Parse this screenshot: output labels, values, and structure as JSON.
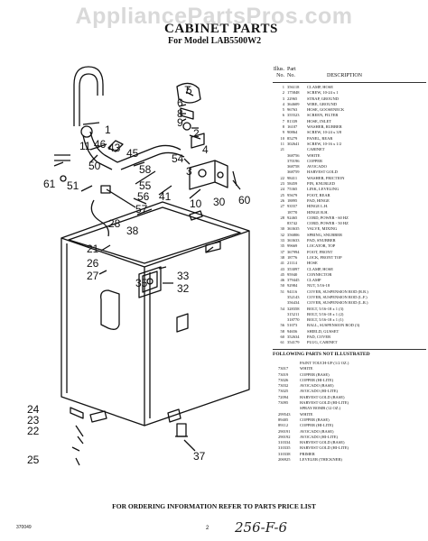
{
  "watermark": "AppliancePartsPros.com",
  "title": "CABINET PARTS",
  "subtitle": "For Model LAB5500W2",
  "table_header": {
    "illus": "Illus.",
    "part": "Part",
    "no": "No.",
    "part_no": "No.",
    "description": "DESCRIPTION"
  },
  "parts": [
    {
      "no": "1",
      "part": "356118",
      "desc": "CLAMP, HOSE"
    },
    {
      "no": "2",
      "part": "175848",
      "desc": "SCREW, 10-24 x 1"
    },
    {
      "no": "3",
      "part": "22965",
      "desc": "STRAP, GROUND"
    },
    {
      "no": "4",
      "part": "364609",
      "desc": "WIRE, GROUND"
    },
    {
      "no": "5",
      "part": "96763",
      "desc": "HOSE, GOOSENECK"
    },
    {
      "no": "6",
      "part": "355523",
      "desc": "SCREEN, FILTER"
    },
    {
      "no": "7",
      "part": "81339",
      "desc": "HOSE, INLET"
    },
    {
      "no": "8",
      "part": "16107",
      "desc": "WASHER, RUBBER"
    },
    {
      "no": "9",
      "part": "90864",
      "desc": "SCREW, 10-24 x 3/8"
    },
    {
      "no": "10",
      "part": "85279",
      "desc": "PANEL, REAR"
    },
    {
      "no": "11",
      "part": "302641",
      "desc": "SCREW, 10-16 x 1/2"
    },
    {
      "no": "21",
      "part": "",
      "desc": "CABINET"
    },
    {
      "no": "",
      "part": "368756",
      "desc": "WHITE"
    },
    {
      "no": "",
      "part": "370196",
      "desc": "COPPER"
    },
    {
      "no": "",
      "part": "368758",
      "desc": "AVOCADO"
    },
    {
      "no": "",
      "part": "368759",
      "desc": "HARVEST GOLD"
    },
    {
      "no": "22",
      "part": "98411",
      "desc": "WASHER, FRICTION"
    },
    {
      "no": "23",
      "part": "58459",
      "desc": "PIN, KNURLED"
    },
    {
      "no": "24",
      "part": "75365",
      "desc": "LINK, LEVELING"
    },
    {
      "no": "25",
      "part": "95679",
      "desc": "FOOT, REAR"
    },
    {
      "no": "26",
      "part": "18895",
      "desc": "PAD, HINGE"
    },
    {
      "no": "27",
      "part": "93557",
      "desc": "HINGE L.H."
    },
    {
      "no": "",
      "part": "18770",
      "desc": "HINGE R.H."
    },
    {
      "no": "28",
      "part": "92465",
      "desc": "CORD, POWER - 60 HZ"
    },
    {
      "no": "",
      "part": "83742",
      "desc": "CORD, POWER - 50 HZ"
    },
    {
      "no": "30",
      "part": "363635",
      "desc": "VALVE, MIXING"
    },
    {
      "no": "32",
      "part": "356806",
      "desc": "SPRING, SNUBBER"
    },
    {
      "no": "33",
      "part": "363633",
      "desc": "PAD, SNUBBER"
    },
    {
      "no": "35",
      "part": "99669",
      "desc": "LOCATOR, TOP"
    },
    {
      "no": "37",
      "part": "367994",
      "desc": "FOOT, FRONT"
    },
    {
      "no": "38",
      "part": "18776",
      "desc": "LOCK, FRONT TOP"
    },
    {
      "no": "41",
      "part": "21114",
      "desc": "HOSE"
    },
    {
      "no": "43",
      "part": "353097",
      "desc": "CLAMP, HOSE"
    },
    {
      "no": "45",
      "part": "95940",
      "desc": "CONNECTOR"
    },
    {
      "no": "46",
      "part": "379445",
      "desc": "CLAMP"
    },
    {
      "no": "50",
      "part": "92984",
      "desc": "NUT, 5/16-18"
    },
    {
      "no": "51",
      "part": "94116",
      "desc": "COVER, SUSPENSION ROD (R.R.)"
    },
    {
      "no": "",
      "part": "352143",
      "desc": "COVER, SUSPENSION ROD (L.F.)"
    },
    {
      "no": "",
      "part": "356434",
      "desc": "COVER, SUSPENSION ROD (L.R.)"
    },
    {
      "no": "54",
      "part": "328358",
      "desc": "BOLT, 5/16-18 x 1 (3)"
    },
    {
      "no": "",
      "part": "315211",
      "desc": "BOLT, 5/16-18 x 1 (2)"
    },
    {
      "no": "",
      "part": "318770",
      "desc": "BOLT, 5/16-18 x 1 (1)"
    },
    {
      "no": "56",
      "part": "51073",
      "desc": "BALL, SUSPENSION ROD (3)"
    },
    {
      "no": "58",
      "part": "94656",
      "desc": "SHIELD, GUSSET"
    },
    {
      "no": "60",
      "part": "352634",
      "desc": "PAD, COVER"
    },
    {
      "no": "61",
      "part": "354179",
      "desc": "PLUG, CABINET"
    }
  ],
  "not_illustrated_heading": "FOLLOWING PARTS NOT ILLUSTRATED",
  "not_illustrated": [
    {
      "part": "",
      "desc": "PAINT TOUCH-UP (1/2 OZ.)"
    },
    {
      "part": "73017",
      "desc": "WHITE"
    },
    {
      "part": "73019",
      "desc": "COPPER (BASE)"
    },
    {
      "part": "73026",
      "desc": "COPPER (HI-LITE)"
    },
    {
      "part": "73032",
      "desc": "AVOCADO (BASE)"
    },
    {
      "part": "73025",
      "desc": "AVOCADO (HI-LITE)"
    },
    {
      "part": "72094",
      "desc": "HARVEST GOLD (BASE)"
    },
    {
      "part": "73095",
      "desc": "HARVEST GOLD (HI-LITE)"
    },
    {
      "part": "",
      "desc": "SPRAY BOMB (12 OZ.)"
    },
    {
      "part": "299543",
      "desc": "WHITE"
    },
    {
      "part": "89405",
      "desc": "COPPER (BASE)"
    },
    {
      "part": "89112",
      "desc": "COPPER (HI-LITE)"
    },
    {
      "part": "290191",
      "desc": "AVOCADO (BASE)"
    },
    {
      "part": "290192",
      "desc": "AVOCADO (HI-LITE)"
    },
    {
      "part": "310334",
      "desc": "HARVEST GOLD (BASE)"
    },
    {
      "part": "310335",
      "desc": "HARVEST GOLD (HI-LITE)"
    },
    {
      "part": "310338",
      "desc": "PRIMER"
    },
    {
      "part": "206925",
      "desc": "LEVELER (THICKNER)"
    }
  ],
  "callouts": [
    "1",
    "11",
    "46",
    "43",
    "45",
    "61",
    "51",
    "50",
    "58",
    "55",
    "56",
    "41",
    "57",
    "7",
    "6",
    "8",
    "9",
    "2",
    "5",
    "54",
    "4",
    "3",
    "60",
    "10",
    "30",
    "28",
    "38",
    "21",
    "26",
    "27",
    "35",
    "33",
    "32",
    "24",
    "23",
    "22",
    "25",
    "37"
  ],
  "footer": "FOR ORDERING INFORMATION REFER TO PARTS PRICE LIST",
  "code": "370049",
  "page_number": "2",
  "handwritten": "256-F-6"
}
